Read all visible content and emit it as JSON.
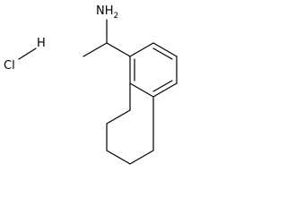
{
  "molecule": {
    "amine_label": "NH2",
    "amine_text": "NH",
    "amine_subscript": "2",
    "chlorine_label": "Cl",
    "hydrogen_label": "H"
  },
  "colors": {
    "bond": "#000000",
    "background": "#ffffff"
  }
}
